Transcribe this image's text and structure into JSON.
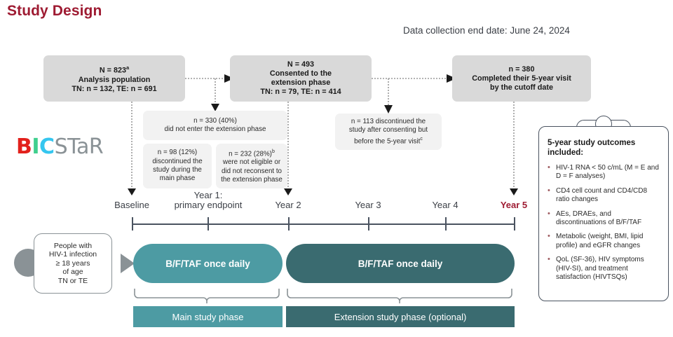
{
  "title": "Study Design",
  "date_note": "Data collection end date: June 24, 2024",
  "brand": {
    "part1": "B",
    "part2": "I",
    "part3": "C",
    "part4": "STaR",
    "colors": {
      "b": "#e2211c",
      "i": "#3fcf8e",
      "c": "#35c6ef",
      "rest": "#8a9296"
    }
  },
  "colors": {
    "title_red": "#9e1b32",
    "teal_light": "#4d9ba3",
    "teal_dark": "#3a6b70",
    "box_gray": "#d9d9d9",
    "note_gray": "#f2f2f2",
    "line_navy": "#4a5360"
  },
  "flow": {
    "analysis": {
      "line1": "N = 823",
      "line1_sup": "a",
      "line2": "Analysis population",
      "line3": "TN: n = 132, TE: n = 691"
    },
    "consented": {
      "line1": "N = 493",
      "line2": "Consented to the",
      "line3": "extension phase",
      "line4": "TN: n = 79, TE: n = 414"
    },
    "completed": {
      "line1": "n = 380",
      "line2": "Completed their 5-year visit",
      "line3": "by the cutoff date"
    }
  },
  "notes": {
    "not_entered": {
      "line1": "n = 330 (40%)",
      "line2": "did not enter the extension phase"
    },
    "discontinued_main": {
      "line1": "n = 98 (12%)",
      "line2": "discontinued the",
      "line3": "study during the",
      "line4": "main phase"
    },
    "not_eligible": {
      "line1": "n = 232 (28%)",
      "line1_sup": "b",
      "line2": "were not eligible or",
      "line3": "did not reconsent to",
      "line4": "the extension phase"
    },
    "discontinued_after": {
      "line1": "n = 113 discontinued the",
      "line2": "study after consenting but",
      "line3": "before the 5-year visit",
      "line3_sup": "c"
    }
  },
  "timeline": {
    "baseline": "Baseline",
    "year1_l1": "Year 1:",
    "year1_l2": "primary endpoint",
    "year2": "Year 2",
    "year3": "Year 3",
    "year4": "Year 4",
    "year5": "Year 5"
  },
  "population_box": {
    "line1": "People with",
    "line2": "HIV-1 infection",
    "line3": "≥ 18 years",
    "line4": "of age",
    "line5": "TN or TE"
  },
  "treatment": {
    "main_bar": "B/F/TAF once daily",
    "ext_bar": "B/F/TAF once daily",
    "main_phase_label": "Main study phase",
    "ext_phase_label": "Extension study phase (optional)"
  },
  "outcomes": {
    "title_l1": "5-year study outcomes",
    "title_l2": "included:",
    "items": [
      "HIV-1 RNA < 50 c/mL (M = E and D = F analyses)",
      "CD4 cell count and CD4/CD8 ratio changes",
      "AEs, DRAEs, and discontinuations of B/F/TAF",
      "Metabolic (weight, BMI, lipid profile) and eGFR changes",
      "QoL (SF-36), HIV symptoms (HIV-SI), and treatment satisfaction (HIVTSQs)"
    ]
  }
}
